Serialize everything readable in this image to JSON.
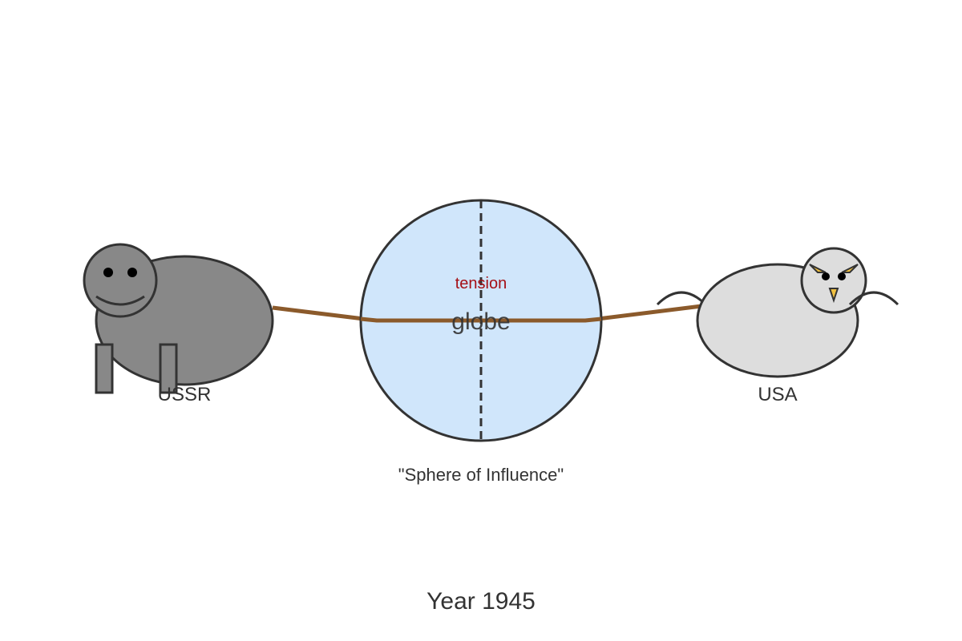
{
  "labels": {
    "ussr": "USSR",
    "usa": "USA",
    "globe": "globe",
    "tension": "tension",
    "caption": "\"Sphere of Influence\"",
    "year": "Year 1945"
  },
  "colors": {
    "outline": "#333333",
    "ussr_body": "#888888",
    "usa_body": "#dddddd",
    "globe_fill": "#d0e6fb",
    "rope": "#8b5a2b",
    "tension_text": "#a50f15",
    "usa_eyebrows": "#f0c040",
    "background": "#ffffff"
  },
  "icons": {
    "ussr_figure": "bear-icon",
    "usa_figure": "eagle-icon",
    "center": "globe-icon"
  }
}
